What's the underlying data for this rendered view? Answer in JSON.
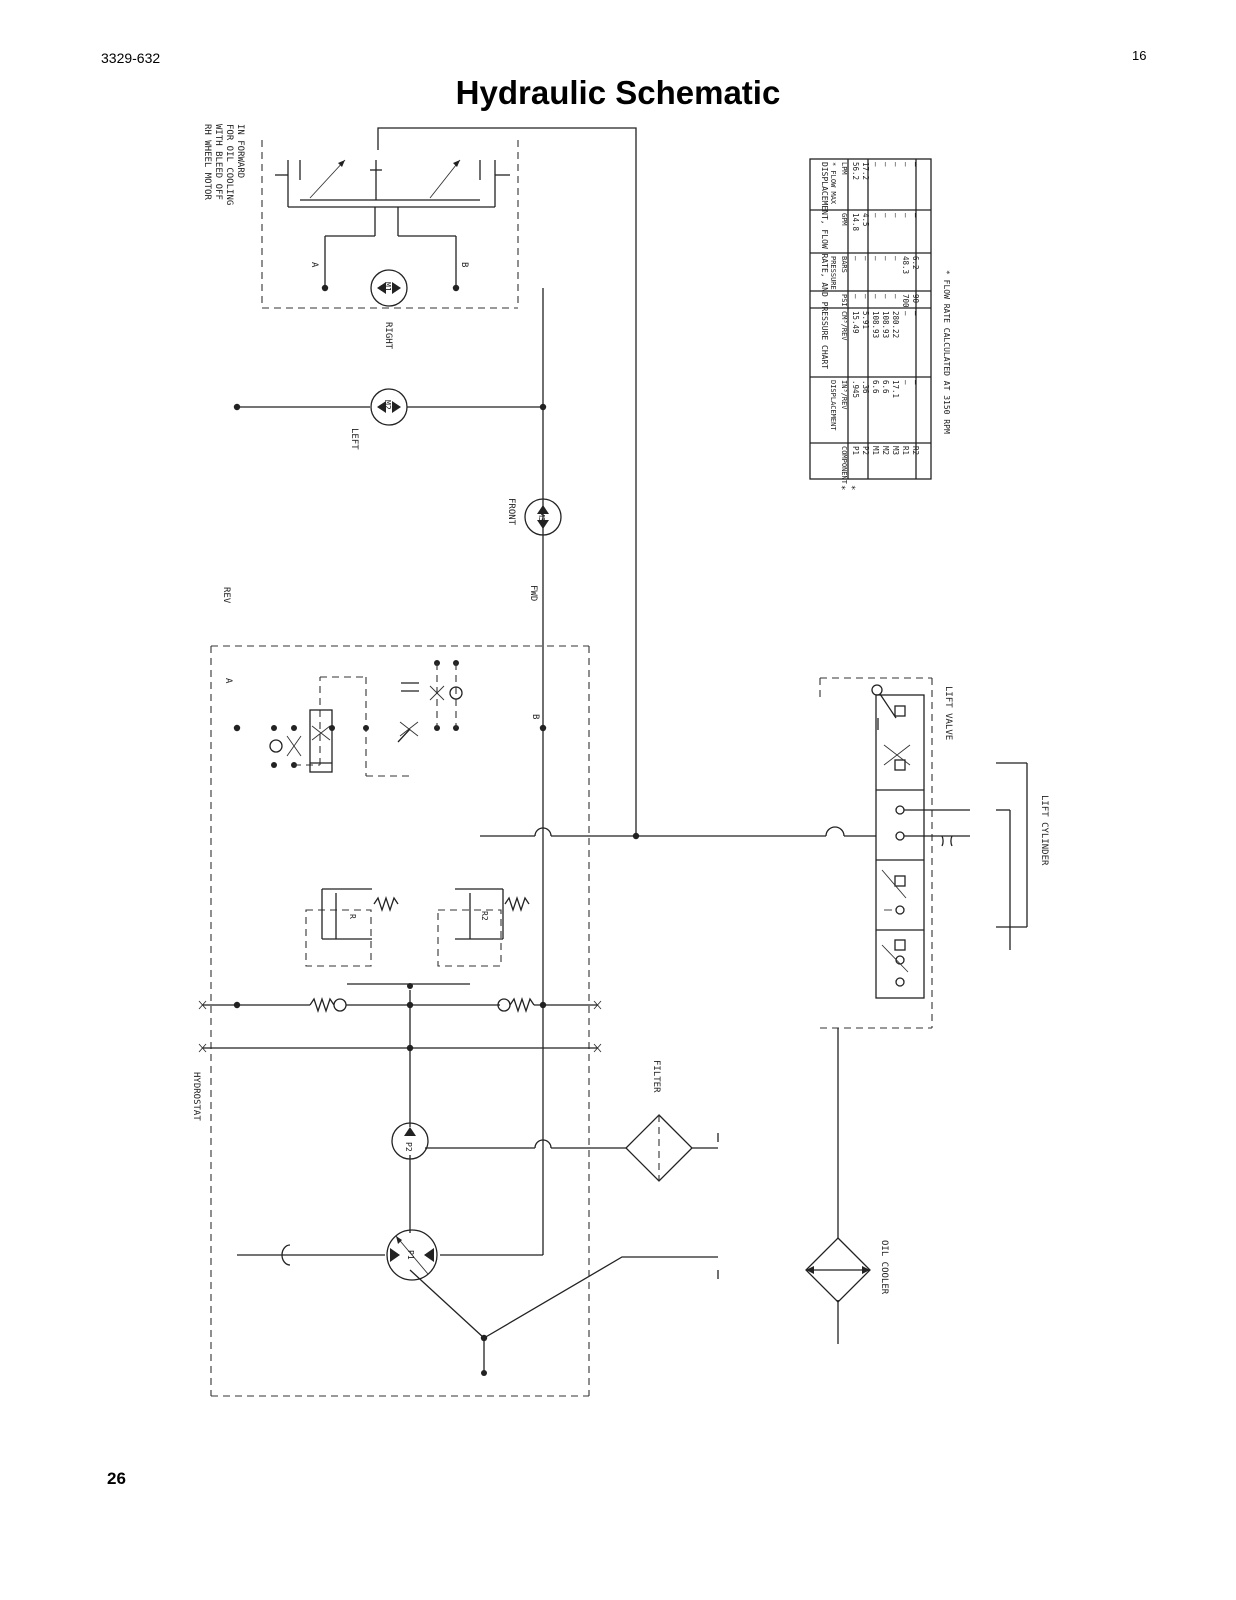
{
  "header": {
    "doc_code": "3329-632",
    "page_ref": "16",
    "title": "Hydraulic Schematic"
  },
  "footer": {
    "page_number": "26"
  },
  "diagram": {
    "labels": {
      "rh_motor_1": "RH WHEEL MOTOR",
      "rh_motor_2": "WITH BLEED OFF",
      "rh_motor_3": "FOR OIL COOLING",
      "rh_motor_4": "IN FORWARD",
      "port_a_top": "A",
      "port_b_top": "B",
      "m1": "M1",
      "right": "RIGHT",
      "m2": "M2",
      "left": "LEFT",
      "m3": "M3",
      "front": "FRONT",
      "rev": "REV",
      "fwd": "FWD",
      "port_a": "A",
      "port_b": "B",
      "r": "R",
      "r2": "R2",
      "hydrostat": "HYDROSTAT",
      "p2": "P2",
      "p1": "P1",
      "filter": "FILTER",
      "lift_valve": "LIFT VALVE",
      "lift_cylinder": "LIFT CYLINDER",
      "oil_cooler": "OIL COOLER"
    },
    "table": {
      "title": "DISPLACEMENT, FLOW RATE, AND PRESSURE CHART",
      "col_headers": [
        "COMPONENT",
        "IN³/REV",
        "CM³/REV",
        "PSI",
        "BARS",
        "GPM",
        "LPM"
      ],
      "group_headers": [
        "DISPLACEMENT",
        "PRESSURE",
        "* FLOW MAX"
      ],
      "rows": [
        [
          "P1",
          ".945",
          "15.49",
          "—",
          "—",
          "14.8",
          "56.2"
        ],
        [
          "P2",
          ".36",
          "5.91",
          "—",
          "—",
          "4.5",
          "17.2"
        ],
        [
          "M1",
          "6.6",
          "108.93",
          "—",
          "—",
          "—",
          "—"
        ],
        [
          "M2",
          "6.6",
          "108.93",
          "—",
          "—",
          "—",
          "—"
        ],
        [
          "M3",
          "17.1",
          "280.22",
          "—",
          "—",
          "—",
          "—"
        ],
        [
          "R1",
          "—",
          "—",
          "700",
          "48.3",
          "—",
          "—"
        ],
        [
          "R2",
          "—",
          "—",
          "90",
          "6.2",
          "—",
          "—"
        ]
      ],
      "row_markers": [
        "*",
        "*",
        "",
        "",
        "",
        "",
        ""
      ],
      "footnote": "* FLOW RATE CALCULATED AT 3150 RPM"
    }
  }
}
